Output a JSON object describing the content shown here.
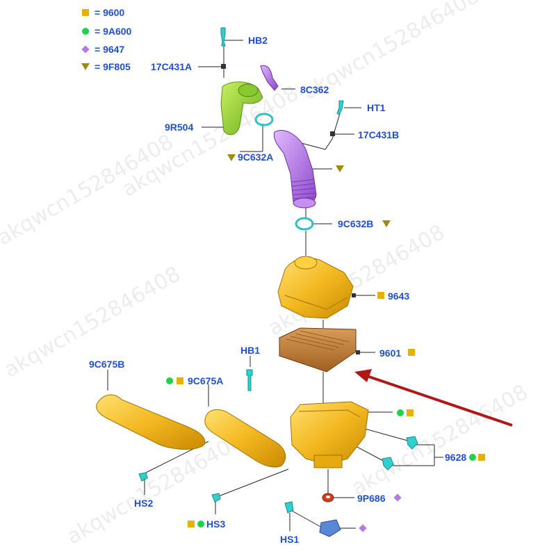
{
  "legend": [
    {
      "symbol": "square",
      "color": "#e8b100",
      "label": "= 9600"
    },
    {
      "symbol": "circle",
      "color": "#1fd24a",
      "label": "= 9A600"
    },
    {
      "symbol": "diamond",
      "color": "#b57be0",
      "label": "= 9647"
    },
    {
      "symbol": "triangle",
      "color": "#a08a10",
      "label": "= 9F805"
    }
  ],
  "parts": {
    "hb2": "HB2",
    "c17431a": "17C431A",
    "c8362": "8C362",
    "ht1": "HT1",
    "r9504": "9R504",
    "c17431b": "17C431B",
    "c9632a": "9C632A",
    "c9632b": "9C632B",
    "p9643": "9643",
    "p9601": "9601",
    "c9675b": "9C675B",
    "hb1": "HB1",
    "c9675a": "9C675A",
    "p9628": "9628",
    "hs2": "HS2",
    "p9686": "9P686",
    "hs3": "HS3",
    "hs1": "HS1"
  },
  "watermark": "akqwcn152846408",
  "colors": {
    "label": "#1f4fd0",
    "yellow": "#e8b100",
    "green": "#1fd24a",
    "purple": "#b57be0",
    "olive": "#a08a10",
    "arrow": "#b01818",
    "gold_part": "#f0b818",
    "green_part": "#8fd230",
    "purple_part": "#b070e0",
    "cyan_part": "#30d0d0",
    "filter_part": "#c88a40"
  }
}
